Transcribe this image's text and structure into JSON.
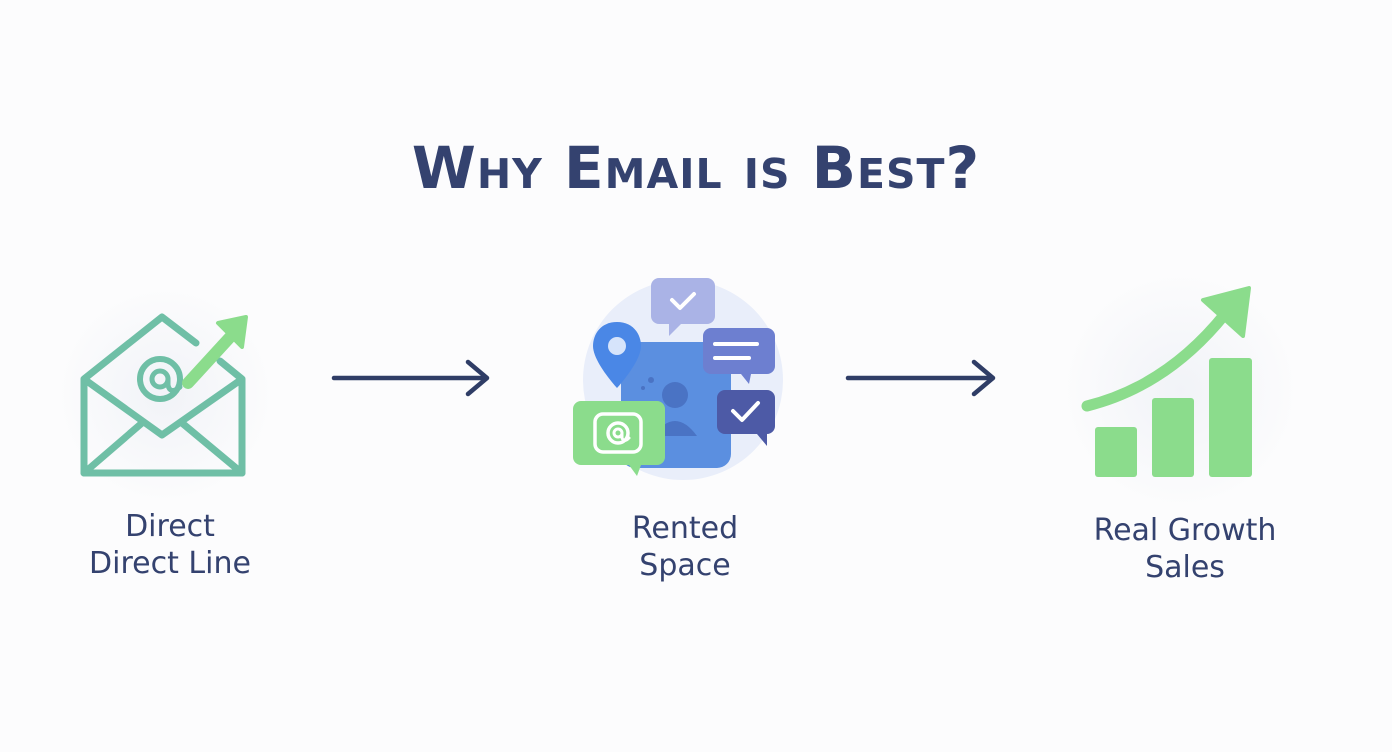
{
  "title": "Why Email is Best?",
  "steps": [
    {
      "label_lines": [
        "Direct",
        "Direct Line"
      ],
      "icon": "email-envelope-icon"
    },
    {
      "label_lines": [
        "Rented",
        "Space"
      ],
      "icon": "social-media-chat-icon"
    },
    {
      "label_lines": [
        "Real Growth",
        "Sales"
      ],
      "icon": "growth-chart-icon"
    }
  ],
  "connectors": [
    "arrow-right-icon",
    "arrow-right-icon"
  ],
  "colors": {
    "title": "#34426f",
    "teal": "#6fbfa6",
    "green": "#8bdc8c",
    "blue": "#5b8fe0",
    "navy": "#2f3d66",
    "lavender": "#8f9ad6"
  }
}
